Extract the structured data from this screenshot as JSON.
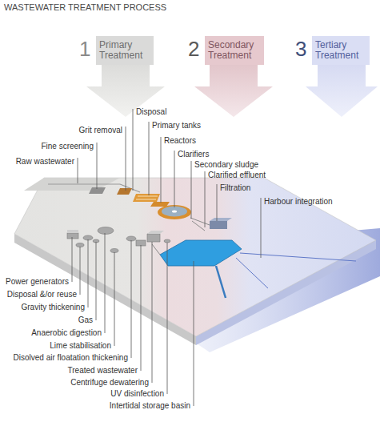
{
  "diagram": {
    "title": "WASTEWATER TREATMENT PROCESS",
    "nodes": [
      {
        "text": [
          "1",
          "Primary Treatment"
        ]
      },
      {
        "text": [
          "2",
          "Secondary Treatment"
        ]
      },
      {
        "text": [
          "3",
          "Tertiary Treatment"
        ]
      }
    ],
    "labels": [
      "Disposal",
      "Grit removal",
      "Primary tanks",
      "Reactors",
      "Fine screening",
      "Clarifiers",
      "Secondary sludge",
      "Raw wastewater",
      "Clarified effluent",
      "Filtration",
      "Harbour integration",
      "Power generators",
      "Disposal &/or reuse",
      "Gravity thickening",
      "Gas",
      "Anaerobic digestion",
      "Lime stabilisation",
      "Disolved air floatation thickening",
      "Treated wastewater",
      "Centrifuge dewatering",
      "UV disinfection",
      "Intertidal storage basin"
    ]
  }
}
